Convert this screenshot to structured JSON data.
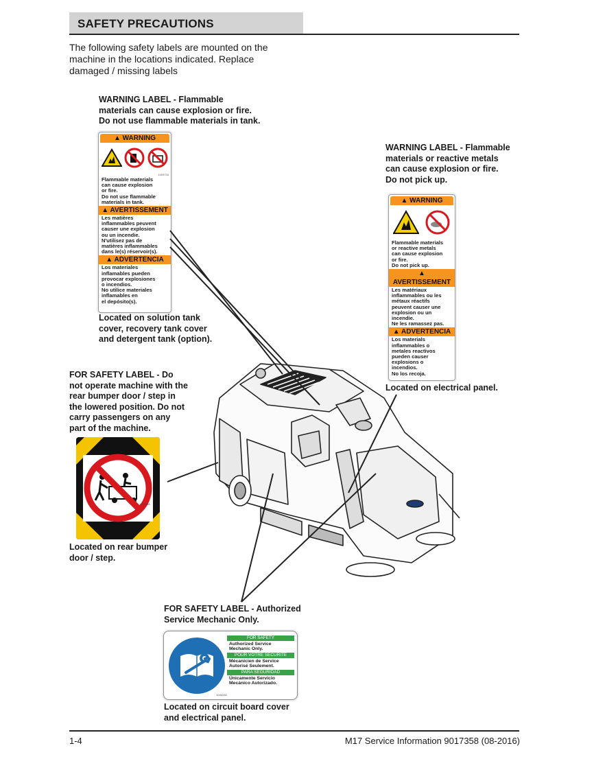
{
  "header": {
    "title": "SAFETY PRECAUTIONS"
  },
  "intro": "The following safety labels are mounted on the\nmachine in the locations indicated. Replace\ndamaged / missing labels",
  "label1": {
    "heading": "WARNING LABEL - Flammable\nmaterials can cause explosion or fire.\nDo not use flammable materials in tank.",
    "hdr_warning": "WARNING",
    "code": "1009734",
    "text_en": "Flammable materials\ncan cause explosion\nor fire.\nDo not use flammable\nmaterials in tank.",
    "hdr_avert": "AVERTISSEMENT",
    "text_fr": "Les matières\ninflammables peuvent\ncauser une explosion\nou un incendie.\nN'utilisez pas de\nmatières inflammables\ndans le(s) réservoir(s).",
    "hdr_advert": "ADVERTENCIA",
    "text_es": "Los materiales\ninflamables pueden\nprovocar explosiones\no incendios.\nNo utilice materiales\ninflamables en\nel depósito(s).",
    "location": "Located on solution tank\ncover, recovery tank cover\nand detergent tank (option)."
  },
  "label2": {
    "heading": "WARNING LABEL - Flammable\nmaterials or reactive metals\ncan cause explosion or fire.\nDo not pick up.",
    "hdr_warning": "WARNING",
    "text_en": "Flammable materials\nor reactive metals\ncan cause explosion\nor fire.\nDo not pick up.",
    "hdr_avert": "AVERTISSEMENT",
    "text_fr": "Les matériaux\ninflammables ou les\nmétaux réactifs\npeuvent causer une\nexplosion ou un\nincendie.\nNe les ramassez pas.",
    "hdr_advert": "ADVERTENCIA",
    "text_es": "Los materials\ninflammables o\nmetales reactivos\npueden causer\nexplosions o\nincendios.\nNo los recoja.",
    "location": "Located on electrical panel."
  },
  "label3": {
    "heading": "FOR SAFETY LABEL - Do\nnot operate machine with the\nrear bumper door / step in\nthe lowered position. Do not\ncarry passengers on any\npart of the machine.",
    "code": "1070348",
    "location": "Located on rear bumper\ndoor / step."
  },
  "label4": {
    "heading": "FOR SAFETY LABEL - Authorized\nService Mechanic Only.",
    "bar_en": "FOR SAFETY",
    "text_en": "Authorized Service\nMechanic Only.",
    "bar_fr": "POUR VOTRE SECURITE",
    "text_fr": "Mécanicien de Service\nAutorisé Seulement.",
    "bar_es": "PARA SEGURIDAD",
    "text_es": "Únicamente Servicio\nMecánico Autorizado.",
    "code": "1046338",
    "location": "Located on circuit board cover\nand electrical panel."
  },
  "footer": {
    "page": "1-4",
    "doc": "M17 Service Information 9017358 (08-2016)"
  },
  "colors": {
    "warning_orange": "#f7941d",
    "service_green": "#3aa34a",
    "service_blue": "#1f6fb5",
    "prohibit_red": "#d7191f",
    "stripe_yellow": "#f5c400"
  },
  "icons": [
    "warning-triangle-icon",
    "explosion-icon",
    "no-fuel-pump-icon",
    "no-pickup-icon",
    "no-passenger-icon",
    "wrench-manual-icon"
  ]
}
